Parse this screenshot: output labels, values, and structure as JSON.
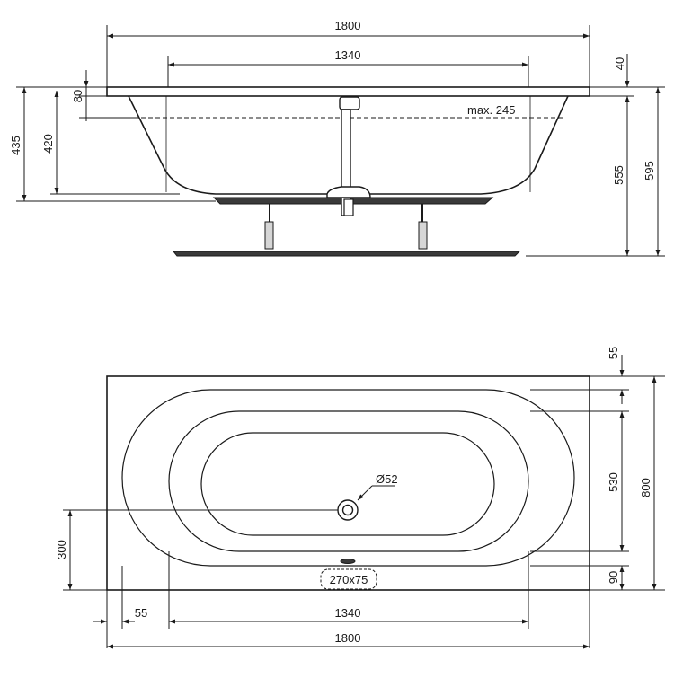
{
  "side_view": {
    "dim_total_length": "1800",
    "dim_inner_length": "1340",
    "dim_rim": "40",
    "dim_80": "80",
    "dim_max_water": "max. 245",
    "dim_435": "435",
    "dim_420": "420",
    "dim_555": "555",
    "dim_595": "595"
  },
  "top_view": {
    "dim_55_top": "55",
    "dim_530": "530",
    "dim_800": "800",
    "dim_90": "90",
    "dim_drain": "Ø52",
    "dim_300": "300",
    "dim_panel_cutout": "270x75",
    "dim_55_left": "55",
    "dim_inner_length": "1340",
    "dim_total_length": "1800"
  },
  "colors": {
    "line": "#1a1a1a",
    "fill_dark": "#3a3a3a"
  }
}
